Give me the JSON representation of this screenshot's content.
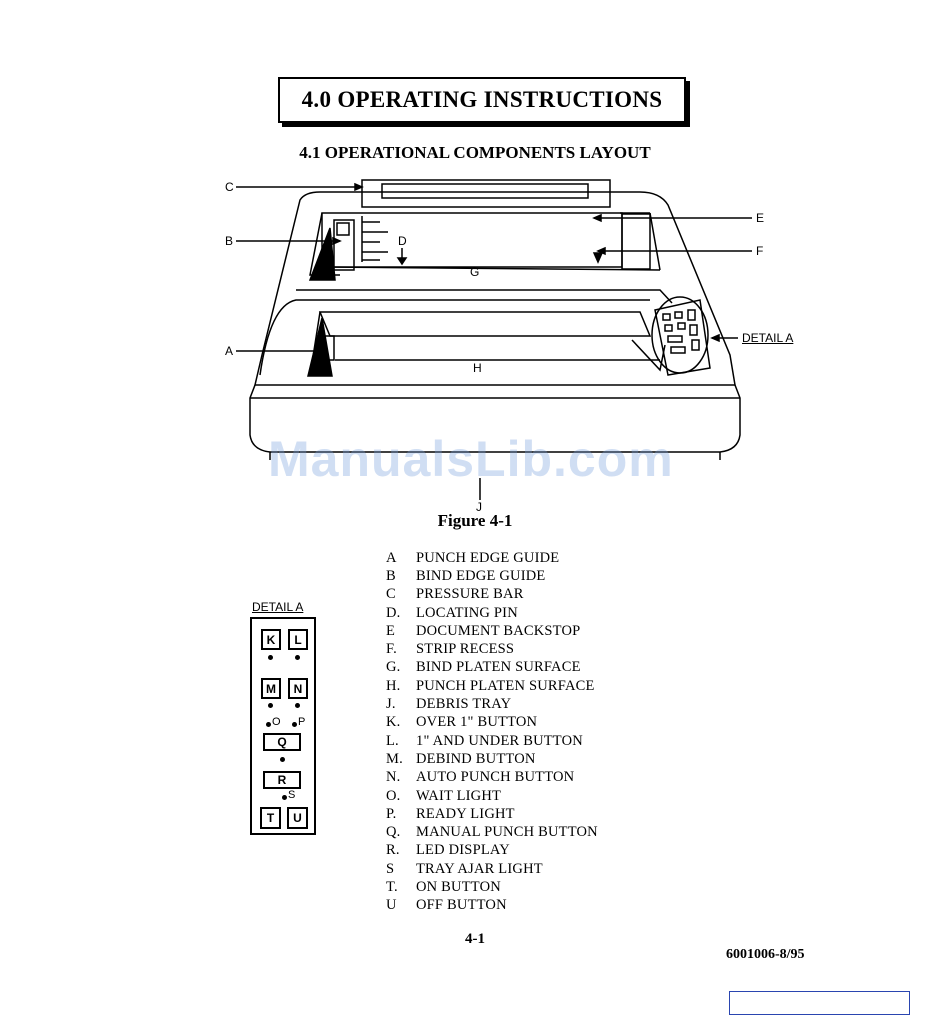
{
  "header": {
    "title": "4.0 OPERATING INSTRUCTIONS",
    "subtitle": "4.1 OPERATIONAL COMPONENTS LAYOUT"
  },
  "figure": {
    "caption": "Figure 4-1",
    "callouts": {
      "A": "A",
      "B": "B",
      "C": "C",
      "D": "D",
      "E": "E",
      "F": "F",
      "G": "G",
      "H": "H",
      "J": "J",
      "detail": "DETAIL A"
    }
  },
  "watermark": "ManualsLib.com",
  "legend": [
    {
      "letter": "A",
      "text": "PUNCH EDGE GUIDE"
    },
    {
      "letter": "B",
      "text": "BIND EDGE GUIDE"
    },
    {
      "letter": "C",
      "text": "PRESSURE BAR"
    },
    {
      "letter": "D.",
      "text": "LOCATING PIN"
    },
    {
      "letter": "E",
      "text": "DOCUMENT BACKSTOP"
    },
    {
      "letter": "F.",
      "text": "STRIP RECESS"
    },
    {
      "letter": "G.",
      "text": "BIND PLATEN SURFACE"
    },
    {
      "letter": "H.",
      "text": "PUNCH PLATEN SURFACE"
    },
    {
      "letter": "J.",
      "text": "DEBRIS TRAY"
    },
    {
      "letter": "K.",
      "text": "OVER 1\" BUTTON"
    },
    {
      "letter": "L.",
      "text": "1\" AND UNDER BUTTON"
    },
    {
      "letter": "M.",
      "text": "DEBIND BUTTON"
    },
    {
      "letter": "N.",
      "text": "AUTO PUNCH BUTTON"
    },
    {
      "letter": "O.",
      "text": "WAIT LIGHT"
    },
    {
      "letter": "P.",
      "text": "READY LIGHT"
    },
    {
      "letter": "Q.",
      "text": "MANUAL PUNCH BUTTON"
    },
    {
      "letter": "R.",
      "text": "LED DISPLAY"
    },
    {
      "letter": "S",
      "text": "TRAY AJAR LIGHT"
    },
    {
      "letter": "T.",
      "text": "ON BUTTON"
    },
    {
      "letter": "U",
      "text": "OFF BUTTON"
    }
  ],
  "detail_panel": {
    "title": "DETAIL A",
    "keys": {
      "K": "K",
      "L": "L",
      "M": "M",
      "N": "N",
      "Q": "Q",
      "R": "R",
      "T": "T",
      "U": "U"
    },
    "lights": {
      "O": "O",
      "P": "P",
      "S": "S"
    }
  },
  "footer": {
    "page_number": "4-1",
    "doc_code": "6001006-8/95"
  }
}
